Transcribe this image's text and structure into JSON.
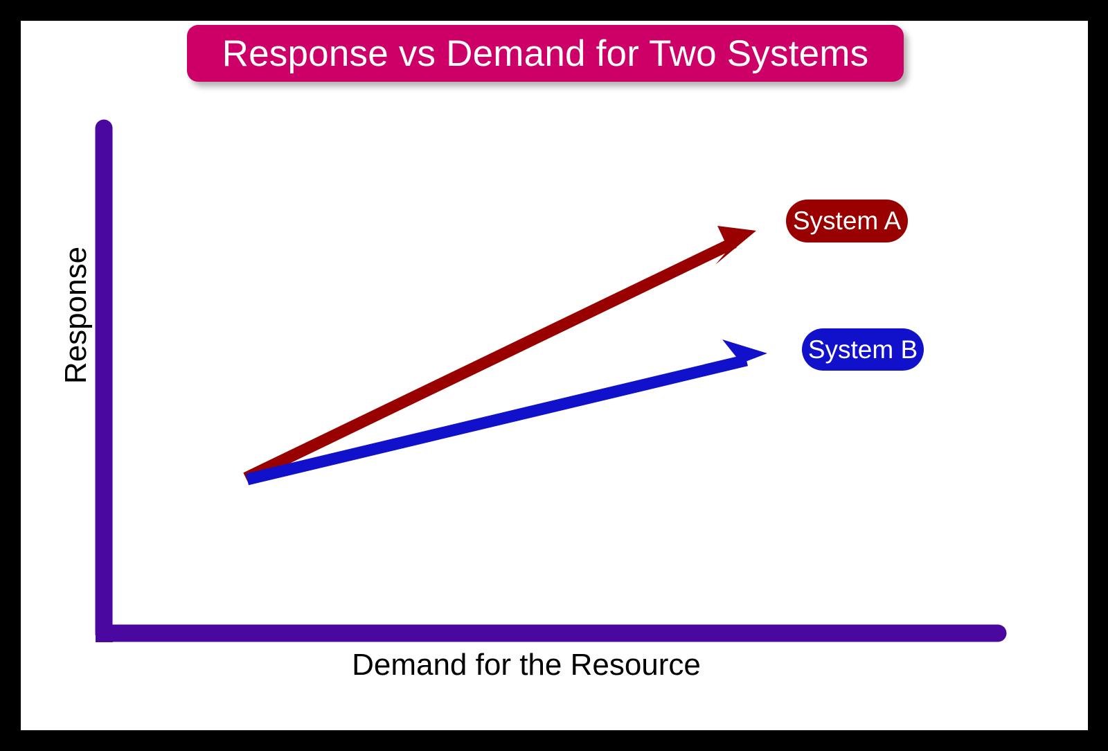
{
  "title": {
    "text": "Response vs Demand for Two Systems",
    "banner_color": "#CC0066",
    "text_color": "#FFFFFF"
  },
  "axes": {
    "x_label": "Demand for the Resource",
    "y_label": "Response",
    "axis_color": "#4A08A0",
    "label_color": "#000000"
  },
  "series": [
    {
      "name": "System A",
      "color": "#990000",
      "label": "System A"
    },
    {
      "name": "System B",
      "color": "#1111CC",
      "label": "System B"
    }
  ],
  "chart_data": {
    "type": "line",
    "title": "Response vs Demand for Two Systems",
    "xlabel": "Demand for the Resource",
    "ylabel": "Response",
    "grid": false,
    "legend_position": "right-inline-labels",
    "axis_ticks": false,
    "xlim": [
      0,
      1
    ],
    "ylim": [
      0,
      1
    ],
    "series": [
      {
        "name": "System A",
        "color": "#990000",
        "style": "arrow",
        "x": [
          0.18,
          0.83
        ],
        "y": [
          0.28,
          0.78
        ],
        "slope_note": "steeper response per unit demand"
      },
      {
        "name": "System B",
        "color": "#1111CC",
        "style": "arrow",
        "x": [
          0.18,
          0.85
        ],
        "y": [
          0.27,
          0.53
        ],
        "slope_note": "shallower response per unit demand"
      }
    ]
  },
  "frame": {
    "border_color": "#000000",
    "canvas_color": "#FFFFFF"
  }
}
